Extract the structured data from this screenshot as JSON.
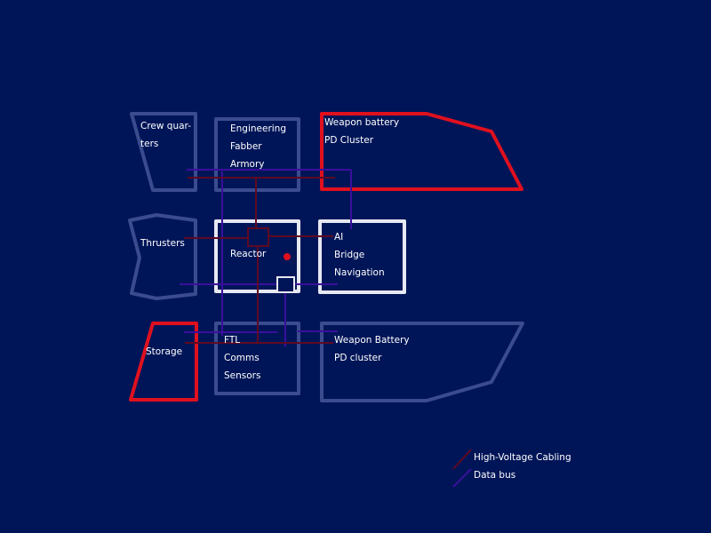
{
  "rooms": {
    "crew": {
      "lines": [
        "Crew quar-",
        "ters"
      ]
    },
    "engineering": {
      "lines": [
        "Engineering",
        "Fabber",
        "Armory"
      ]
    },
    "weapon_top": {
      "lines": [
        "Weapon battery",
        "PD Cluster"
      ]
    },
    "thrusters": {
      "lines": [
        "Thrusters"
      ]
    },
    "reactor": {
      "lines": [
        "Reactor"
      ]
    },
    "ai": {
      "lines": [
        "AI",
        "Bridge",
        "Navigation"
      ]
    },
    "storage": {
      "lines": [
        "Storage"
      ]
    },
    "ftl": {
      "lines": [
        "FTL",
        "Comms",
        "Sensors"
      ]
    },
    "weapon_bottom": {
      "lines": [
        "Weapon Battery",
        "PD cluster"
      ]
    }
  },
  "legend": {
    "high_voltage": "High-Voltage Cabling",
    "data_bus": "Data bus"
  },
  "colors": {
    "background": "#001558",
    "alert": "#e0101e",
    "high_voltage": "#5e0a22",
    "data_bus": "#3a0f9c"
  }
}
